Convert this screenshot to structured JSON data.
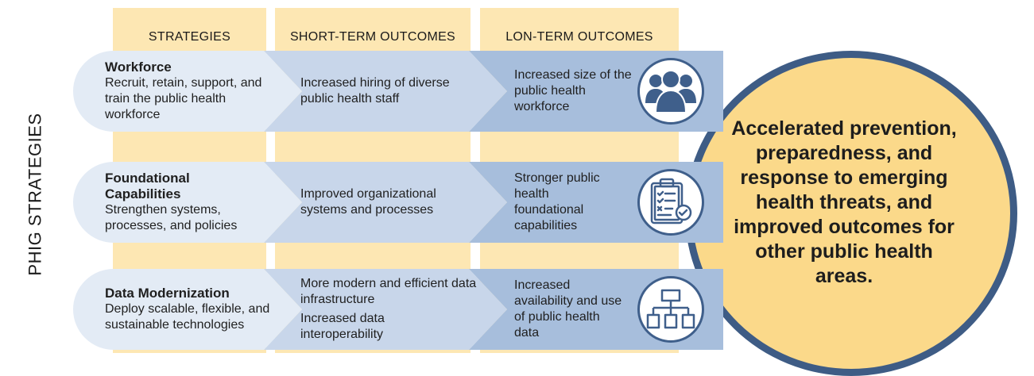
{
  "side_label": "PHIG STRATEGIES",
  "columns": [
    {
      "label": "STRATEGIES"
    },
    {
      "label": "SHORT-TERM OUTCOMES"
    },
    {
      "label": "LON-TERM OUTCOMES"
    }
  ],
  "rows": [
    {
      "strategy_title": "Workforce",
      "strategy_text": "Recruit, retain, support, and train the public health workforce",
      "short_term": [
        "Increased hiring of diverse public health staff"
      ],
      "long_term": "Increased size of the public health workforce",
      "icon": "people-group-icon"
    },
    {
      "strategy_title": "Foundational Capabilities",
      "strategy_text": "Strengthen systems, processes, and policies",
      "short_term": [
        "Improved organizational systems and processes"
      ],
      "long_term": "Stronger public health foundational capabilities",
      "icon": "clipboard-checklist-icon"
    },
    {
      "strategy_title": "Data Modernization",
      "strategy_text": "Deploy scalable, flexible, and sustainable technologies",
      "short_term": [
        "More modern and efficient data infrastructure",
        "Increased data interoperability"
      ],
      "long_term": "Increased availability and use of public health data",
      "icon": "hierarchy-chart-icon"
    }
  ],
  "outcome": "Accelerated prevention, preparedness, and response to emerging health threats, and improved outcomes for other public health areas.",
  "colors": {
    "header_band": "#fde7b3",
    "row_light": "#e3ebf5",
    "row_mid": "#c8d6ea",
    "row_dark": "#a7bedc",
    "circle_fill": "#fbd98a",
    "circle_border": "#3e5c85"
  }
}
